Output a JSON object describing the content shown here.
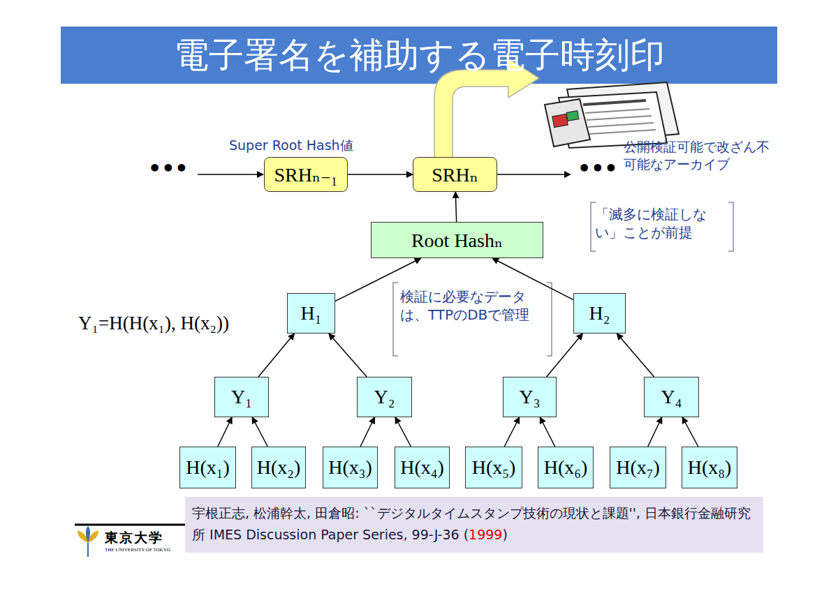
{
  "diagram": {
    "title": "電子署名を補助する電子時刻印",
    "nodes": [
      {
        "text": [
          "SRHₙ₋₁"
        ]
      },
      {
        "text": [
          "SRHₙ"
        ]
      },
      {
        "text": [
          "Root Hashₙ"
        ]
      },
      {
        "text": [
          "H₁"
        ]
      },
      {
        "text": [
          "H₂"
        ]
      },
      {
        "text": [
          "Y₁"
        ]
      },
      {
        "text": [
          "Y₂"
        ]
      },
      {
        "text": [
          "Y₃"
        ]
      },
      {
        "text": [
          "Y₄"
        ]
      },
      {
        "text": [
          "H(x₁)"
        ]
      },
      {
        "text": [
          "H(x₂)"
        ]
      },
      {
        "text": [
          "H(x₃)"
        ]
      },
      {
        "text": [
          "H(x₄)"
        ]
      },
      {
        "text": [
          "H(x₅)"
        ]
      },
      {
        "text": [
          "H(x₆)"
        ]
      },
      {
        "text": [
          "H(x₇)"
        ]
      },
      {
        "text": [
          "H(x₈)"
        ]
      }
    ],
    "edges": [
      {
        "from": 0,
        "to": 1,
        "arrow": "to"
      },
      {
        "from": 2,
        "to": 1,
        "arrow": "to"
      },
      {
        "from": 3,
        "to": 2,
        "arrow": "to"
      },
      {
        "from": 4,
        "to": 2,
        "arrow": "to"
      },
      {
        "from": 5,
        "to": 3,
        "arrow": "to"
      },
      {
        "from": 6,
        "to": 3,
        "arrow": "to"
      },
      {
        "from": 7,
        "to": 4,
        "arrow": "to"
      },
      {
        "from": 8,
        "to": 4,
        "arrow": "to"
      },
      {
        "from": 9,
        "to": 5,
        "arrow": "to"
      },
      {
        "from": 10,
        "to": 5,
        "arrow": "to"
      },
      {
        "from": 11,
        "to": 6,
        "arrow": "to"
      },
      {
        "from": 12,
        "to": 6,
        "arrow": "to"
      },
      {
        "from": 13,
        "to": 7,
        "arrow": "to"
      },
      {
        "from": 14,
        "to": 7,
        "arrow": "to"
      },
      {
        "from": 15,
        "to": 8,
        "arrow": "to"
      },
      {
        "from": 16,
        "to": 8,
        "arrow": "to"
      }
    ],
    "labels": [
      "•••",
      "Super Root Hash値",
      "•••",
      "公開検証可能で改ざん不可能なアーカイブ",
      "「滅多に検証しない」ことが前提",
      "検証に必要なデータは、TTPのDBで管理",
      "Y₁=H(H(x₁), H(x₂))",
      "宇根正志, 松浦幹太, 田倉昭: ``デジタルタイムスタンプ技術の現状と課題'', 日本銀行金融研究所 IMES Discussion Paper Series, 99-J-36 (",
      "1999",
      ")",
      "東京大学",
      "THE UNIVERSITY OF TOKYO"
    ]
  }
}
